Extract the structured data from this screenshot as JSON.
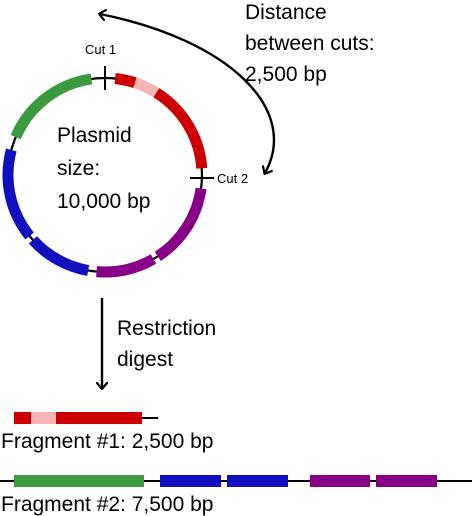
{
  "plasmid": {
    "size_label": [
      "Plasmid",
      "size:",
      "10,000 bp"
    ],
    "cut1_label": "Cut 1",
    "cut2_label": "Cut 2"
  },
  "distance": {
    "label": [
      "Distance",
      "between cuts:",
      "2,500 bp"
    ]
  },
  "digest": {
    "label": [
      "Restriction",
      "digest"
    ]
  },
  "fragments": [
    {
      "label": "Fragment #1: 2,500 bp"
    },
    {
      "label": "Fragment #2: 7,500 bp"
    }
  ],
  "colors": {
    "green": "#3d9b3f",
    "red": "#cc0000",
    "pink": "#f7b5b5",
    "blue": "#1010c0",
    "purple": "#870087",
    "line": "#000000"
  }
}
